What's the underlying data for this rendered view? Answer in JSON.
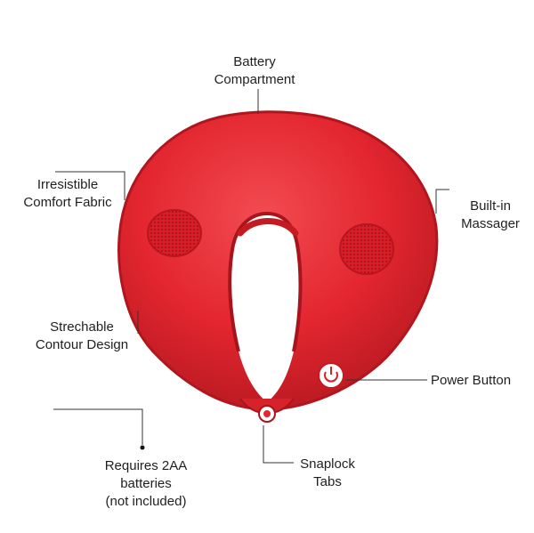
{
  "colors": {
    "background": "#ffffff",
    "pillow": "#e3262f",
    "pillow_shadow": "#a8141b",
    "pillow_highlight": "#f05a5f",
    "leader_line": "#333333",
    "text": "#1f1f1f"
  },
  "icons": {
    "power_button": "power-icon",
    "speaker_mesh": "mesh-grille-icon",
    "snap_button": "snap-button-icon"
  },
  "callouts": {
    "battery_compartment": [
      "Battery",
      "Compartment"
    ],
    "comfort_fabric": [
      "Irresistible",
      "Comfort Fabric"
    ],
    "built_in_massager": [
      "Built-in",
      "Massager"
    ],
    "contour_design": [
      "Strechable",
      "Contour Design"
    ],
    "power_button": [
      "Power Button"
    ],
    "batteries": [
      "Requires 2AA",
      "batteries",
      "(not included)"
    ],
    "snaplock_tabs": [
      "Snaplock",
      "Tabs"
    ]
  }
}
